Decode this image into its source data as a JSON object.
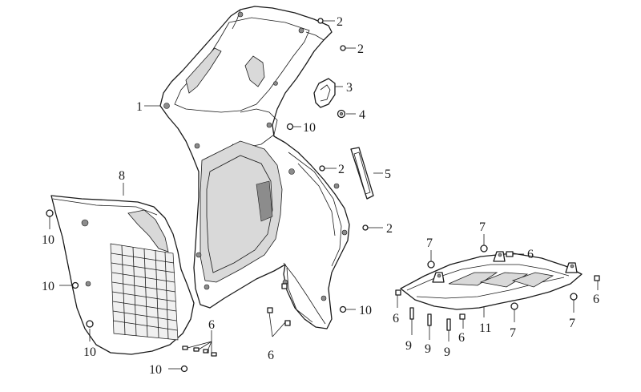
{
  "callouts": [
    {
      "id": "c-1",
      "text": "1"
    },
    {
      "id": "c-2a",
      "text": "2"
    },
    {
      "id": "c-2b",
      "text": "2"
    },
    {
      "id": "c-2c",
      "text": "2"
    },
    {
      "id": "c-2d",
      "text": "2"
    },
    {
      "id": "c-3",
      "text": "3"
    },
    {
      "id": "c-4",
      "text": "4"
    },
    {
      "id": "c-5",
      "text": "5"
    },
    {
      "id": "c-6a",
      "text": "6"
    },
    {
      "id": "c-6b",
      "text": "6"
    },
    {
      "id": "c-6c",
      "text": "6"
    },
    {
      "id": "c-6d",
      "text": "6"
    },
    {
      "id": "c-6e",
      "text": "6"
    },
    {
      "id": "c-6f",
      "text": "6"
    },
    {
      "id": "c-7a",
      "text": "7"
    },
    {
      "id": "c-7b",
      "text": "7"
    },
    {
      "id": "c-7c",
      "text": "7"
    },
    {
      "id": "c-7d",
      "text": "7"
    },
    {
      "id": "c-8",
      "text": "8"
    },
    {
      "id": "c-9a",
      "text": "9"
    },
    {
      "id": "c-9b",
      "text": "9"
    },
    {
      "id": "c-9c",
      "text": "9"
    },
    {
      "id": "c-10a",
      "text": "10"
    },
    {
      "id": "c-10b",
      "text": "10"
    },
    {
      "id": "c-10c",
      "text": "10"
    },
    {
      "id": "c-10d",
      "text": "10"
    },
    {
      "id": "c-10e",
      "text": "10"
    },
    {
      "id": "c-10f",
      "text": "10"
    },
    {
      "id": "c-11",
      "text": "11"
    }
  ]
}
